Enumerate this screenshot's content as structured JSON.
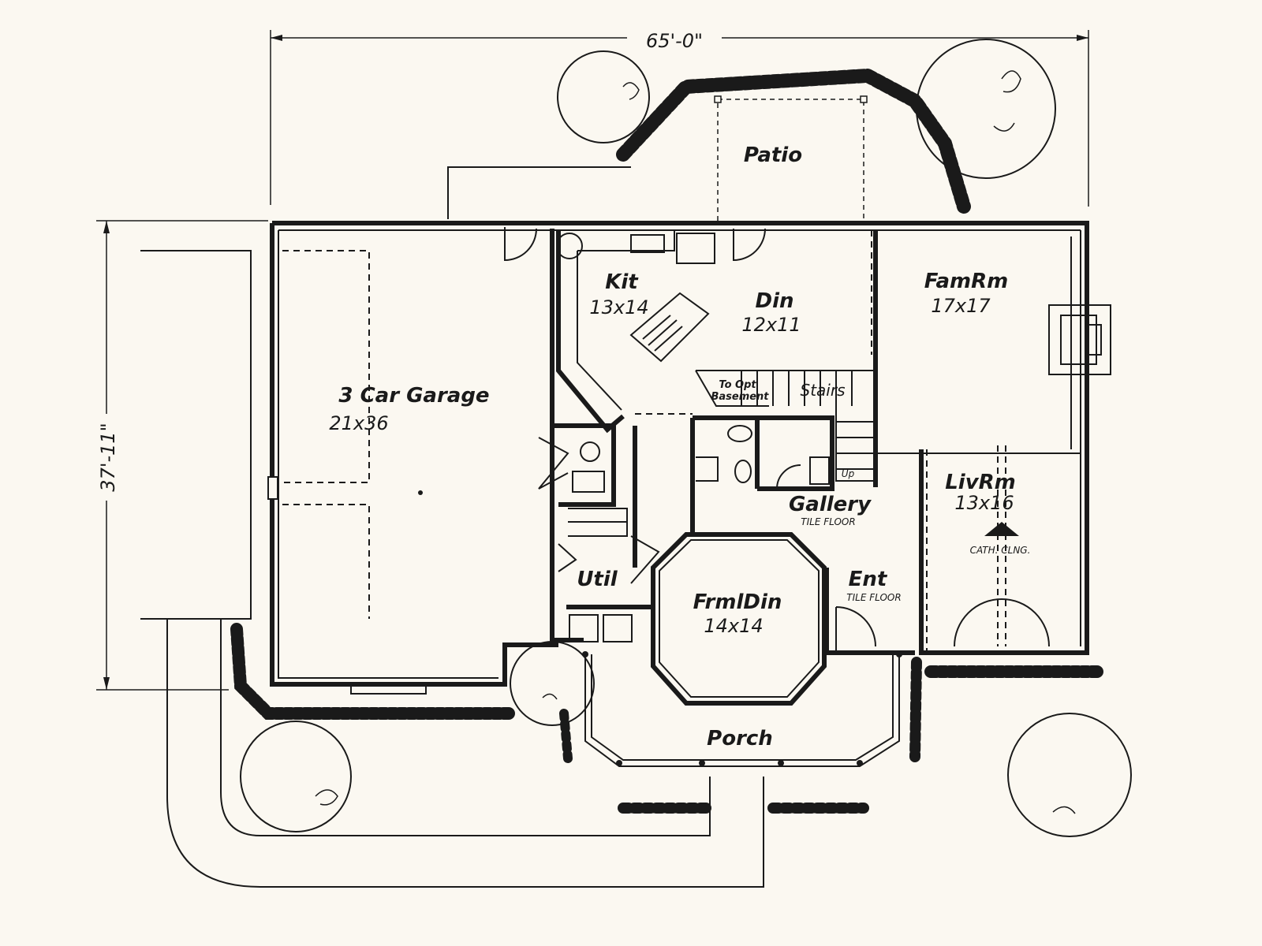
{
  "dimensions": {
    "width_label": "65'-0\"",
    "depth_label": "37'-11\""
  },
  "rooms": {
    "patio": {
      "name": "Patio"
    },
    "kitchen": {
      "name": "Kit",
      "size": "13x14"
    },
    "dining": {
      "name": "Din",
      "size": "12x11"
    },
    "family": {
      "name": "FamRm",
      "size": "17x17"
    },
    "garage": {
      "name": "3 Car Garage",
      "size": "21x36"
    },
    "gallery": {
      "name": "Gallery",
      "note": "TILE FLOOR"
    },
    "living": {
      "name": "LivRm",
      "size": "13x16",
      "note": "CATH. CLNG."
    },
    "utility": {
      "name": "Util"
    },
    "formal_dining": {
      "name": "FrmlDin",
      "size": "14x14"
    },
    "entry": {
      "name": "Ent",
      "note": "TILE FLOOR"
    },
    "porch": {
      "name": "Porch"
    }
  },
  "stairs": {
    "basement_line1": "To Opt",
    "basement_line2": "Basement",
    "stairs_label": "Stairs",
    "up_label": "Up"
  }
}
